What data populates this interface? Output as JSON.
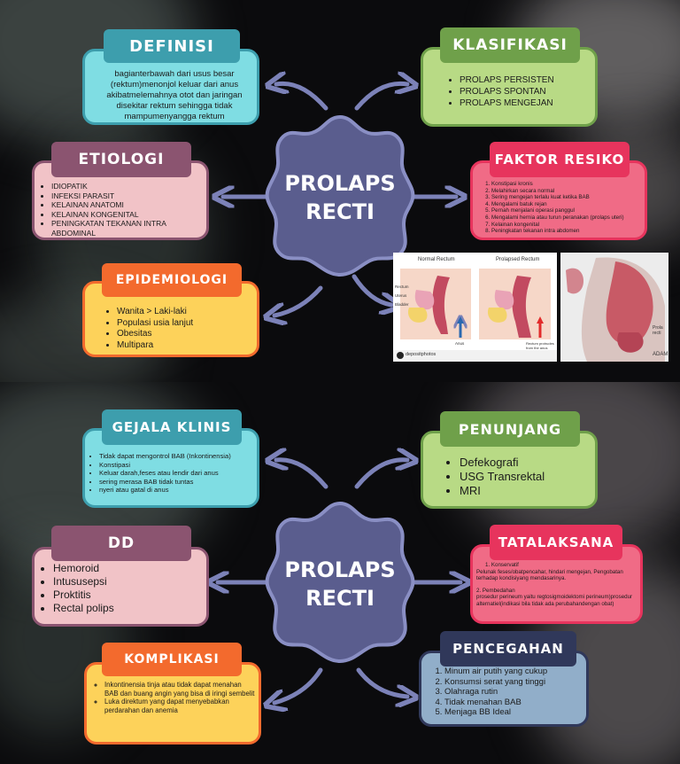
{
  "top_panel": {
    "center_title_line1": "PROLAPS",
    "center_title_line2": "RECTI",
    "definisi": {
      "title": "DEFINISI",
      "text": "bagianterbawah dari usus besar (rektum)menonjol keluar dari anus akibatmelemahnya otot dan jaringan disekitar rektum sehingga tidak mampumenyangga rektum"
    },
    "klasifikasi": {
      "title": "KLASIFIKASI",
      "items": [
        "PROLAPS PERSISTEN",
        "PROLAPS SPONTAN",
        "PROLAPS MENGEJAN"
      ]
    },
    "etiologi": {
      "title": "ETIOLOGI",
      "items": [
        "IDIOPATIK",
        "INFEKSI PARASIT",
        "KELAINAN ANATOMI",
        "KELAINAN KONGENITAL",
        "PENINGKATAN TEKANAN INTRA ABDOMINAL"
      ]
    },
    "faktor_resiko": {
      "title": "FAKTOR RESIKO",
      "items": [
        "Konstipasi kronis",
        "Melahirkan secara normal",
        "Sering mengejan terlalu kuat ketika BAB",
        "Mengalami batuk rejan",
        "Pernah menjalani operasi panggul",
        "Mengalami hernia atau turun peranakan (prolaps uteri)",
        "Kelainan kongenital",
        "Peningkatan tekanan intra abdomen"
      ]
    },
    "epidemiologi": {
      "title": "EPIDEMIOLOGI",
      "items": [
        "Wanita > Laki-laki",
        "Populasi usia lanjut",
        "Obesitas",
        "Multipara"
      ]
    },
    "illustration": {
      "normal_label": "Normal Rectum",
      "prolapsed_label": "Prolapsed Rectum",
      "rectum": "Rectum",
      "uterus": "Uterus",
      "bladder": "Bladder",
      "anus": "Anus",
      "protrudes": "Rectum protrudes from the anus",
      "watermark": "depositphotos",
      "side_label": "Prola recti",
      "side_mark": "ADAM"
    }
  },
  "bottom_panel": {
    "center_title_line1": "PROLAPS",
    "center_title_line2": "RECTI",
    "gejala_klinis": {
      "title": "GEJALA KLINIS",
      "items": [
        "Tidak dapat mengontrol BAB (Inkontinensia)",
        "Konstipasi",
        "Keluar darah,feses atau lendir dari anus",
        "sering merasa BAB tidak tuntas",
        "nyeri atau gatal di anus"
      ]
    },
    "penunjang": {
      "title": "PENUNJANG",
      "items": [
        "Defekografi",
        "USG Transrektal",
        "MRI"
      ]
    },
    "dd": {
      "title": "DD",
      "items": [
        "Hemoroid",
        "Intususepsi",
        "Proktitis",
        "Rectal polips"
      ]
    },
    "tatalaksana": {
      "title": "TATALAKSANA",
      "p1_head": "1. Konservatif",
      "p1_body": "Pelunak feses/obatpencahar, hindari mengejan, Pengobatan terhadap kondisiyang mendasarinya.",
      "p2_head": "2. Pembedahan",
      "p2_body": "prosedur perineum yaitu regtosigmoidektomi perineum)prosedur alternatiel(indikasi bila tidak ada perubahandengan obat)"
    },
    "komplikasi": {
      "title": "KOMPLIKASI",
      "items": [
        "Inkontinensia tinja atau tidak dapat menahan BAB dan buang angin yang bisa di iringi sembelit",
        "Luka direktum yang dapat menyebabkan perdarahan dan anemia"
      ]
    },
    "pencegahan": {
      "title": "PENCEGAHAN",
      "items": [
        "Minum air putih yang cukup",
        "Konsumsi serat yang tinggi",
        "Olahraga rutin",
        "Tidak menahan BAB",
        "Menjaga BB Ideal"
      ]
    }
  },
  "colors": {
    "background": "#0b0b0d",
    "arrow": "#7c82b8",
    "center": "#5a5d8e",
    "definisi_fill": "#7fdde3",
    "definisi_title": "#3d9ead",
    "klasifikasi_fill": "#b8da85",
    "klasifikasi_title": "#6fa04a",
    "etiologi_fill": "#f1c3c7",
    "etiologi_title": "#8b5470",
    "faktor_fill": "#f06b86",
    "faktor_title": "#e7345d",
    "epidemiologi_fill": "#fdd25a",
    "epidemiologi_title": "#f36a2d",
    "pencegahan_fill": "#91aec9",
    "pencegahan_title": "#30385a"
  }
}
